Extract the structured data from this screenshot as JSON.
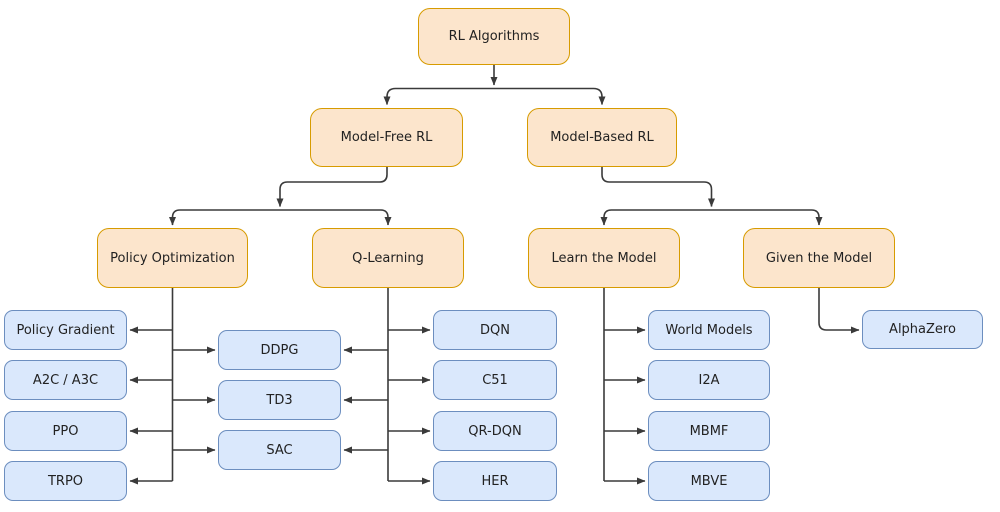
{
  "nodes": {
    "root": "RL Algorithms",
    "model_free": "Model-Free RL",
    "model_based": "Model-Based RL",
    "policy_optimization": "Policy Optimization",
    "q_learning": "Q-Learning",
    "learn_model": "Learn the Model",
    "given_model": "Given the Model",
    "policy_gradient": "Policy Gradient",
    "a2c_a3c": "A2C / A3C",
    "ppo": "PPO",
    "trpo": "TRPO",
    "ddpg": "DDPG",
    "td3": "TD3",
    "sac": "SAC",
    "dqn": "DQN",
    "c51": "C51",
    "qr_dqn": "QR-DQN",
    "her": "HER",
    "world_models": "World Models",
    "i2a": "I2A",
    "mbmf": "MBMF",
    "mbve": "MBVE",
    "alphazero": "AlphaZero"
  },
  "edges": [
    {
      "from": "RL Algorithms",
      "to": "Model-Free RL"
    },
    {
      "from": "RL Algorithms",
      "to": "Model-Based RL"
    },
    {
      "from": "Model-Free RL",
      "to": "Policy Optimization"
    },
    {
      "from": "Model-Free RL",
      "to": "Q-Learning"
    },
    {
      "from": "Model-Based RL",
      "to": "Learn the Model"
    },
    {
      "from": "Model-Based RL",
      "to": "Given the Model"
    },
    {
      "from": "Policy Optimization",
      "to": "Policy Gradient"
    },
    {
      "from": "Policy Optimization",
      "to": "A2C / A3C"
    },
    {
      "from": "Policy Optimization",
      "to": "PPO"
    },
    {
      "from": "Policy Optimization",
      "to": "TRPO"
    },
    {
      "from": "Policy Optimization",
      "to": "DDPG"
    },
    {
      "from": "Policy Optimization",
      "to": "TD3"
    },
    {
      "from": "Policy Optimization",
      "to": "SAC"
    },
    {
      "from": "Q-Learning",
      "to": "DDPG"
    },
    {
      "from": "Q-Learning",
      "to": "TD3"
    },
    {
      "from": "Q-Learning",
      "to": "SAC"
    },
    {
      "from": "Q-Learning",
      "to": "DQN"
    },
    {
      "from": "Q-Learning",
      "to": "C51"
    },
    {
      "from": "Q-Learning",
      "to": "QR-DQN"
    },
    {
      "from": "Q-Learning",
      "to": "HER"
    },
    {
      "from": "Learn the Model",
      "to": "World Models"
    },
    {
      "from": "Learn the Model",
      "to": "I2A"
    },
    {
      "from": "Learn the Model",
      "to": "MBMF"
    },
    {
      "from": "Learn the Model",
      "to": "MBVE"
    },
    {
      "from": "Given the Model",
      "to": "AlphaZero"
    }
  ],
  "colors": {
    "background": "#FFFFFF",
    "category_fill": "#FCE5CC",
    "category_border": "#D79B00",
    "algorithm_fill": "#DAE8FC",
    "algorithm_border": "#6C8EBF",
    "connector": "#3A3A3A",
    "text": "#222222"
  }
}
